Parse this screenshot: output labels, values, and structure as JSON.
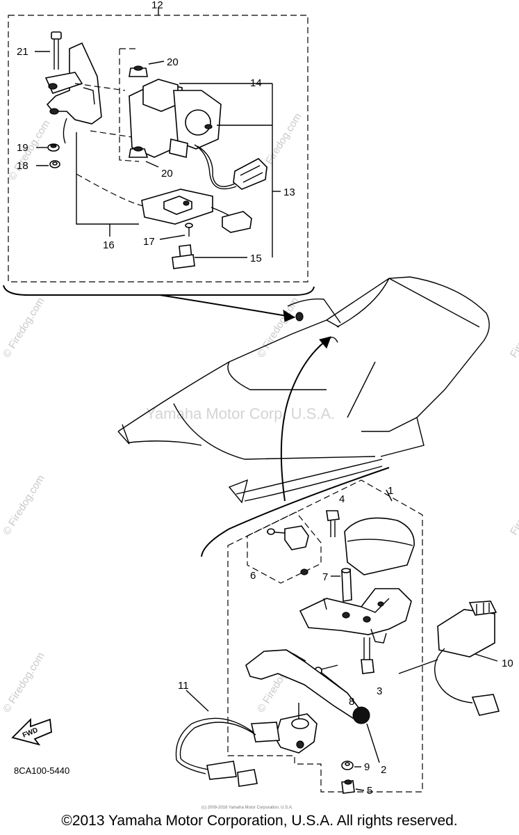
{
  "diagram": {
    "part_labels": {
      "p1": "1",
      "p2": "2",
      "p3": "3",
      "p4": "4",
      "p5": "5",
      "p6": "6",
      "p7": "7",
      "p8": "8",
      "p9": "9",
      "p10": "10",
      "p11": "11",
      "p12": "12",
      "p13": "13",
      "p14": "14",
      "p15": "15",
      "p16": "16",
      "p17": "17",
      "p18": "18",
      "p19": "19",
      "p20a": "20",
      "p20b": "20",
      "p21": "21"
    },
    "diagram_code": "8CA100-5440",
    "fwd_label": "FWD",
    "watermarks": {
      "center": "Yamaha Motor Corp, U.S.A.",
      "firedog": "© Firedog.com",
      "firedog_short": "Firedog.com",
      "fine_print": "(c) 2009-2016 Yamaha Motor Corporation, U.S.A."
    },
    "colors": {
      "line": "#000000",
      "background": "#ffffff",
      "watermark": "#c9c9c9"
    }
  },
  "footer": {
    "copyright": "©2013 Yamaha Motor Corporation, U.S.A. All rights reserved."
  }
}
